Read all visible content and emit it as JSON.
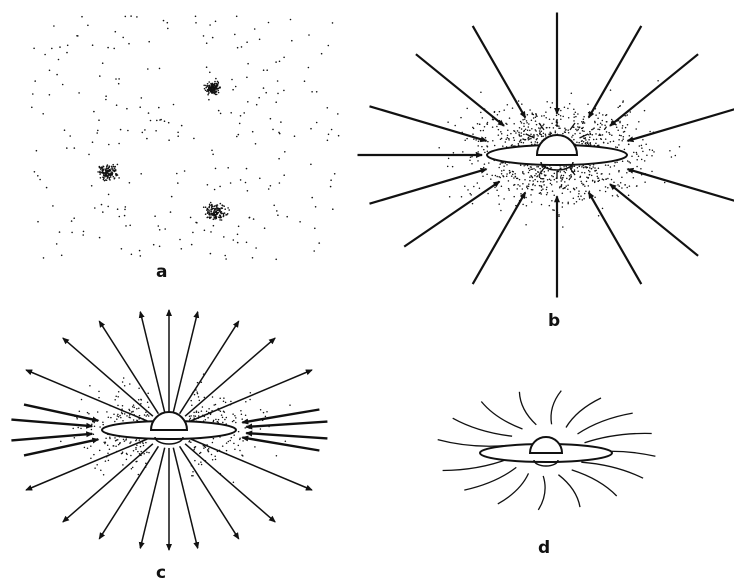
{
  "panels": [
    {
      "id": "a",
      "label": "a",
      "description_shape": "three diffuse clouds of dust particles"
    },
    {
      "id": "b",
      "label": "b",
      "description_shape": "star with disk, dust and gas streaming inward"
    },
    {
      "id": "c",
      "label": "c",
      "description_shape": "star with disk, outward jets clearing dust, inward flow in plane"
    },
    {
      "id": "d",
      "label": "d",
      "description_shape": "star with thin disk and short wavy filaments"
    }
  ],
  "colors": {
    "ink": "#111111",
    "paper": "#ffffff"
  }
}
